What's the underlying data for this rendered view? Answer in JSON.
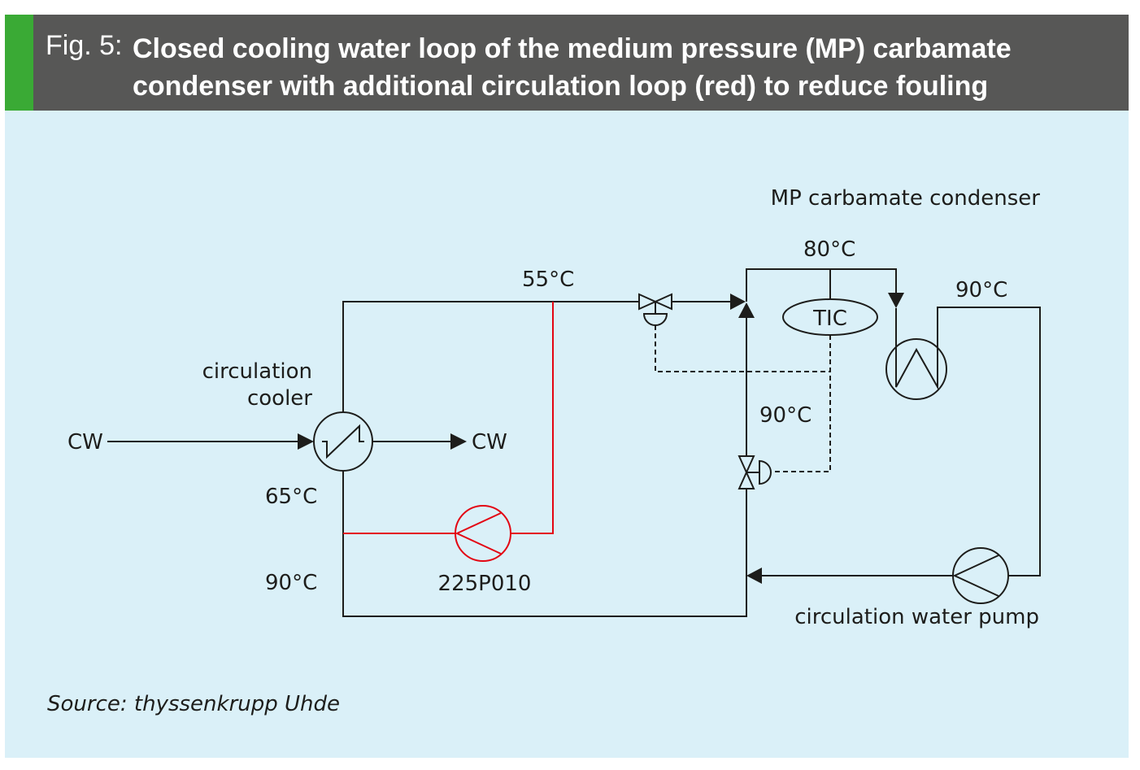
{
  "header": {
    "fig_label": "Fig. 5:",
    "title_line1": "Closed cooling water loop of the medium pressure (MP) carbamate",
    "title_line2": "condenser with additional circulation loop (red) to reduce fouling",
    "accent_color": "#3aaa35",
    "bar_color": "#575756"
  },
  "diagram": {
    "background_color": "#daf0f8",
    "line_color": "#1d1d1b",
    "red_loop_color": "#e30613",
    "labels": {
      "cw_in": "CW",
      "cw_out": "CW",
      "circulation_cooler_line1": "circulation",
      "circulation_cooler_line2": "cooler",
      "temp_65": "65°C",
      "temp_90_left": "90°C",
      "temp_55": "55°C",
      "pump_id": "225P010",
      "mp_condenser": "MP carbamate condenser",
      "temp_80": "80°C",
      "tic": "TIC",
      "temp_90_right": "90°C",
      "temp_90_mid": "90°C",
      "circulation_water_pump": "circulation water pump"
    }
  },
  "footer": {
    "source": "Source: thyssenkrupp Uhde"
  }
}
